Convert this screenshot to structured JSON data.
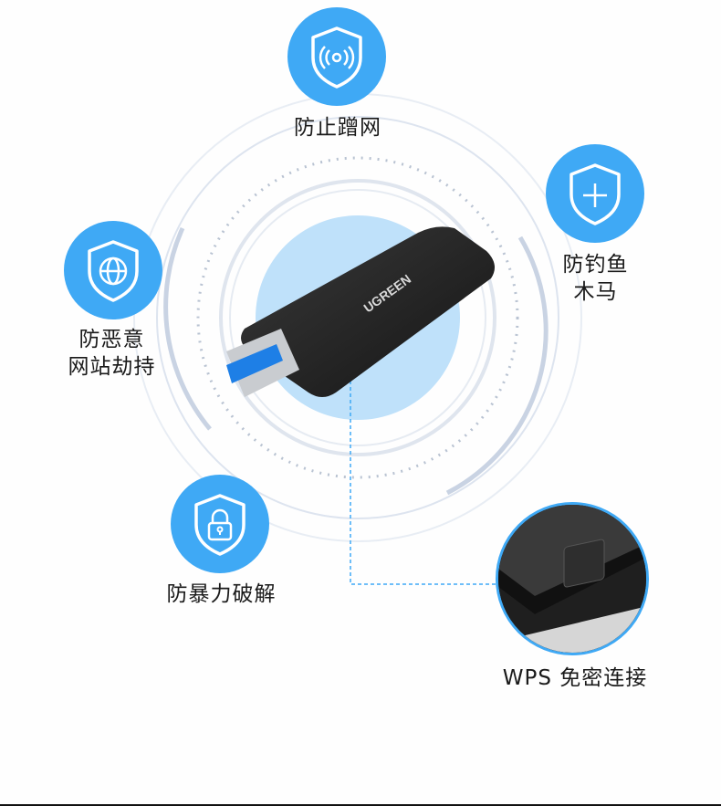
{
  "features": [
    {
      "id": "anti-rub-network",
      "label": "防止蹭网",
      "icon": "shield-signal-icon"
    },
    {
      "id": "anti-phishing-trojan",
      "label_lines": [
        "防钓鱼",
        "木马"
      ],
      "icon": "shield-plus-icon"
    },
    {
      "id": "anti-malicious-site-hijack",
      "label_lines": [
        "防恶意",
        "网站劫持"
      ],
      "icon": "shield-globe-icon"
    },
    {
      "id": "anti-brute-force",
      "label": "防暴力破解",
      "icon": "shield-lock-icon"
    }
  ],
  "product": {
    "brand": "UGREEN",
    "type": "USB wireless adapter"
  },
  "callout": {
    "label": "WPS 免密连接"
  },
  "colors": {
    "accent": "#3fa9f5",
    "center_glow": "#bfe1fa",
    "ring": "#c9d3e3",
    "text": "#1a1a1a"
  }
}
